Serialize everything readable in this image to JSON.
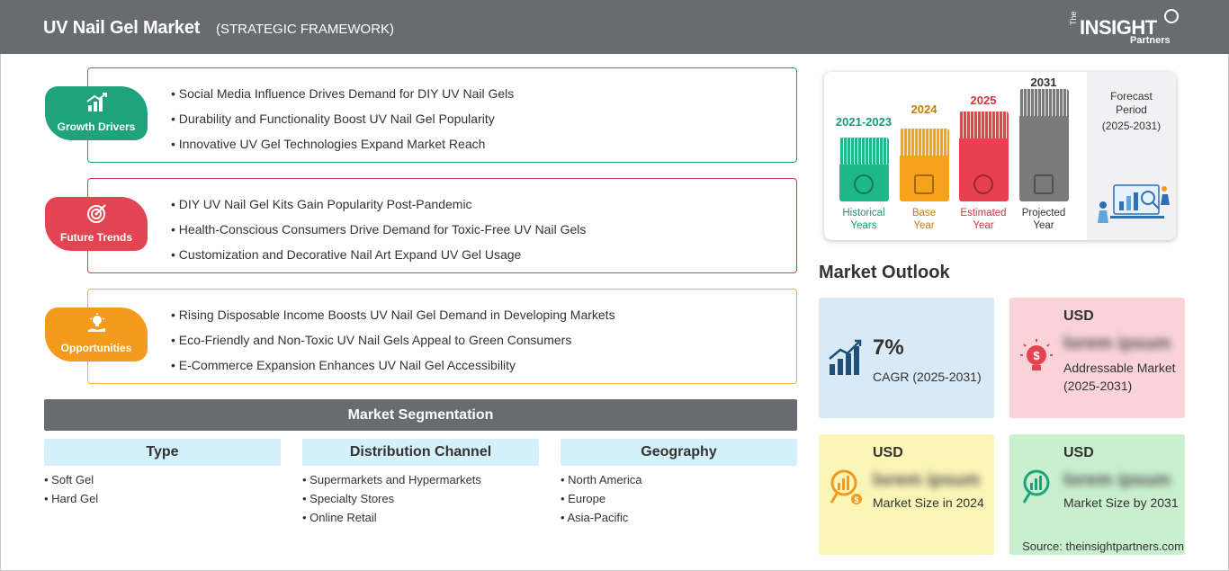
{
  "header": {
    "title": "UV Nail Gel Market",
    "subtitle": "(STRATEGIC FRAMEWORK)",
    "logo": {
      "prefix": "The",
      "brand": "INSIGHT",
      "suffix": "Partners"
    }
  },
  "categories": [
    {
      "label": "Growth Drivers",
      "icon": "bar-chart-up-icon",
      "color": "#1fa37f",
      "items": [
        "Social Media Influence Drives Demand for DIY UV Nail Gels",
        "Durability and Functionality Boost UV Nail Gel Popularity",
        "Innovative UV Gel Technologies Expand Market Reach"
      ]
    },
    {
      "label": "Future Trends",
      "icon": "target-icon",
      "color": "#e24551",
      "items": [
        "DIY UV Nail Gel Kits Gain Popularity Post-Pandemic",
        "Health-Conscious Consumers Drive Demand for Toxic-Free UV Nail Gels",
        "Customization and Decorative Nail Art Expand UV Gel Usage"
      ]
    },
    {
      "label": "Opportunities",
      "icon": "hand-lightbulb-icon",
      "color": "#f49a1c",
      "items": [
        "Rising Disposable Income Boosts UV Nail Gel Demand in Developing Markets",
        "Eco-Friendly and Non-Toxic UV Nail Gels Appeal to Green Consumers",
        "E-Commerce Expansion Enhances UV Nail Gel Accessibility"
      ]
    }
  ],
  "segmentation": {
    "title": "Market Segmentation",
    "columns": [
      {
        "heading": "Type",
        "items": [
          "Soft Gel",
          "Hard Gel"
        ]
      },
      {
        "heading": "Distribution Channel",
        "items": [
          "Supermarkets and Hypermarkets",
          "Specialty Stores",
          "Online Retail"
        ]
      },
      {
        "heading": "Geography",
        "items": [
          "North America",
          "Europe",
          "Asia-Pacific"
        ]
      }
    ]
  },
  "timeline": {
    "bars": [
      {
        "year": "2021-2023",
        "caption_line1": "Historical",
        "caption_line2": "Years",
        "color": "#1fb88c",
        "level": 0.57,
        "icon": "history-icon"
      },
      {
        "year": "2024",
        "caption_line1": "Base",
        "caption_line2": "Year",
        "color": "#f7a21b",
        "level": 0.65,
        "icon": "calendar-icon"
      },
      {
        "year": "2025",
        "caption_line1": "Estimated",
        "caption_line2": "Year",
        "color": "#e8404f",
        "level": 0.8,
        "icon": "gear-chart-icon"
      },
      {
        "year": "2031",
        "caption_line1": "Projected",
        "caption_line2": "Year",
        "color": "#7a7a7a",
        "level": 1.0,
        "icon": "presentation-icon"
      }
    ],
    "forecast_title_line1": "Forecast",
    "forecast_title_line2": "Period",
    "forecast_range": "(2025-2031)"
  },
  "market_outlook": {
    "title": "Market Outlook",
    "cagr": {
      "value": "7%",
      "label": "CAGR (2025-2031)",
      "color": "#d9eaf6"
    },
    "addressable": {
      "currency": "USD",
      "value": "lorem ipsum",
      "label": "Addressable Market (2025-2031)",
      "color": "#f9d3d8"
    },
    "size_2024": {
      "currency": "USD",
      "value": "lorem ipsum",
      "label": "Market Size in 2024",
      "color": "#fbf5b8"
    },
    "size_2031": {
      "currency": "USD",
      "value": "lorem ipsum",
      "label": "Market Size by 2031",
      "color": "#c9efce"
    }
  },
  "source": "Source: theinsightpartners.com"
}
